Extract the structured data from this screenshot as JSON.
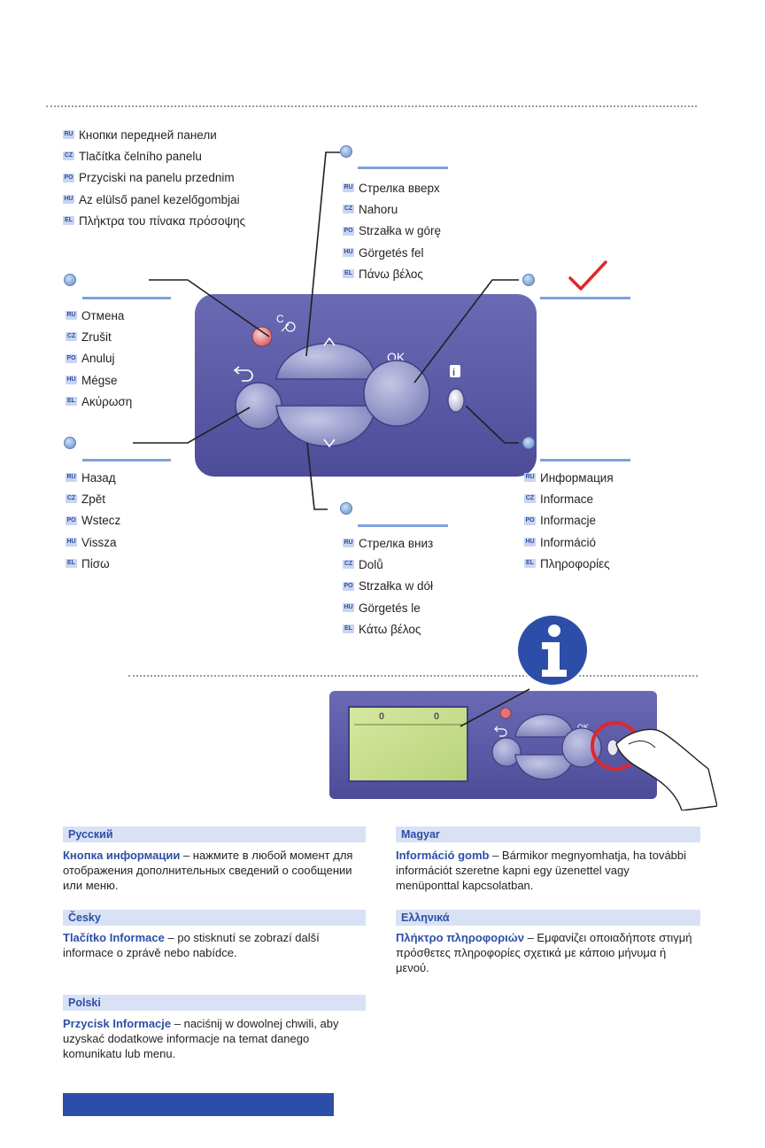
{
  "page_heading": {
    "items": [
      {
        "code": "RU",
        "text": "Кнопки передней панели"
      },
      {
        "code": "CZ",
        "text": "Tlačítka čelního panelu"
      },
      {
        "code": "PO",
        "text": "Przyciski na panelu przednim"
      },
      {
        "code": "HU",
        "text": "Az elülső panel kezelőgombjai"
      },
      {
        "code": "EL",
        "text": "Πλήκτρα του πίνακα πρόσοψης"
      }
    ]
  },
  "callouts": {
    "up": {
      "items": [
        {
          "code": "RU",
          "text": "Стрелка вверх"
        },
        {
          "code": "CZ",
          "text": "Nahoru"
        },
        {
          "code": "PO",
          "text": "Strzałka w górę"
        },
        {
          "code": "HU",
          "text": "Görgetés fel"
        },
        {
          "code": "EL",
          "text": "Πάνω βέλος"
        }
      ]
    },
    "cancel": {
      "items": [
        {
          "code": "RU",
          "text": "Отмена"
        },
        {
          "code": "CZ",
          "text": "Zrušit"
        },
        {
          "code": "PO",
          "text": "Anuluj"
        },
        {
          "code": "HU",
          "text": "Mégse"
        },
        {
          "code": "EL",
          "text": "Ακύρωση"
        }
      ]
    },
    "back": {
      "items": [
        {
          "code": "RU",
          "text": "Назад"
        },
        {
          "code": "CZ",
          "text": "Zpět"
        },
        {
          "code": "PO",
          "text": "Wstecz"
        },
        {
          "code": "HU",
          "text": "Vissza"
        },
        {
          "code": "EL",
          "text": "Πίσω"
        }
      ]
    },
    "down": {
      "items": [
        {
          "code": "RU",
          "text": "Стрелка вниз"
        },
        {
          "code": "CZ",
          "text": "Dolů"
        },
        {
          "code": "PO",
          "text": "Strzałka w dół"
        },
        {
          "code": "HU",
          "text": "Görgetés le"
        },
        {
          "code": "EL",
          "text": "Κάτω βέλος"
        }
      ]
    },
    "info": {
      "items": [
        {
          "code": "RU",
          "text": "Информация"
        },
        {
          "code": "CZ",
          "text": "Informace"
        },
        {
          "code": "PO",
          "text": "Informacje"
        },
        {
          "code": "HU",
          "text": "Információ"
        },
        {
          "code": "EL",
          "text": "Πληροφορίες"
        }
      ]
    }
  },
  "panel": {
    "ok_label": "OK",
    "cancel_label": "C",
    "info_label": "i",
    "display_digits": [
      "0",
      "0"
    ]
  },
  "colors": {
    "panel": "#5a5aa6",
    "accent": "#2d4ea8",
    "checkmark": "#e0262c",
    "cancel_button": "#e2737a",
    "display": "#c9df8c"
  },
  "sections": {
    "ru": {
      "heading": "Русский",
      "term": "Кнопка информации",
      "lines": [
        "– нажмите в любой момент для",
        "отображения дополнительных сведений о сообщении",
        "или меню."
      ]
    },
    "cz": {
      "heading": "Česky",
      "term": "Tlačítko Informace",
      "lines": [
        "– po stisknutí se zobrazí další",
        "informace o zprávě nebo nabídce."
      ]
    },
    "pl": {
      "heading": "Polski",
      "term": "Przycisk Informacje",
      "lines": [
        "– naciśnij w dowolnej chwili, aby",
        "uzyskać dodatkowe informacje na temat danego",
        "komunikatu lub menu."
      ]
    },
    "hu": {
      "heading": "Magyar",
      "term": "Információ gomb",
      "lines": [
        "– Bármikor megnyomhatja, ha további",
        "információt szeretne kapni egy üzenettel vagy",
        "menüponttal kapcsolatban."
      ]
    },
    "el": {
      "heading": "Ελληνικά",
      "term": "Πλήκτρο πληροφοριών",
      "lines": [
        "– Εμφανίζει οποιαδήποτε στιγμή",
        "πρόσθετες πληροφορίες σχετικά με κάποιο μήνυμα ή μενού."
      ]
    }
  }
}
